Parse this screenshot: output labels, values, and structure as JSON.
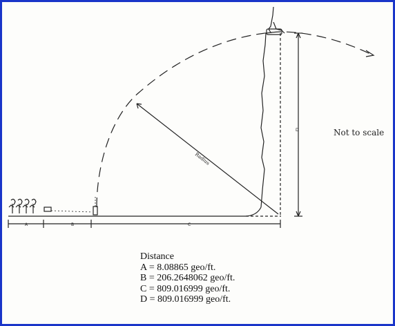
{
  "note": "Not to scale",
  "radius_label": "Radius",
  "segments": {
    "a": "A",
    "b": "B",
    "c": "C",
    "d": "D"
  },
  "legend": {
    "title": "Distance",
    "lines": [
      "A = 8.08865 geo/ft.",
      "B = 206.2648062 geo/ft.",
      "C = 809.016999 geo/ft.",
      "D = 809.016999 geo/ft."
    ]
  },
  "colors": {
    "frame": "#1a35c9",
    "ink": "#222222"
  }
}
